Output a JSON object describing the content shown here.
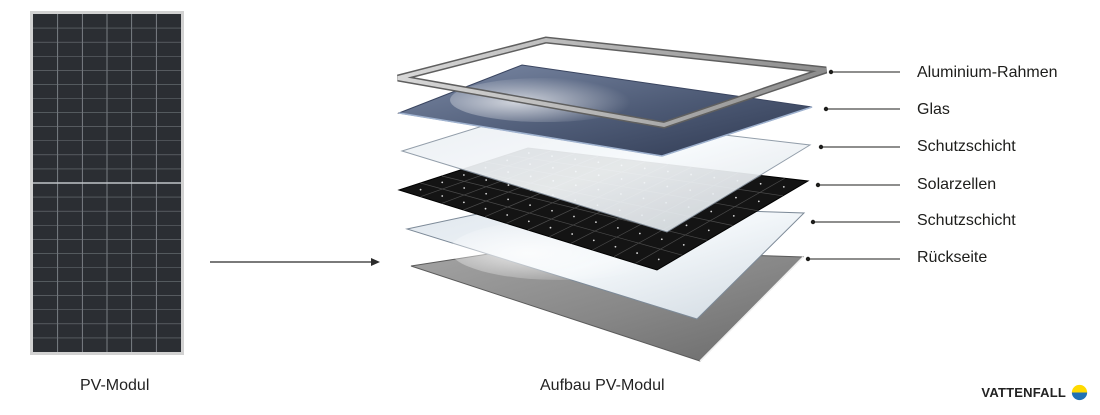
{
  "captions": {
    "module": "PV-Modul",
    "assembly": "Aufbau PV-Modul"
  },
  "layers": [
    {
      "label": "Aluminium-Rahmen"
    },
    {
      "label": "Glas"
    },
    {
      "label": "Schutzschicht"
    },
    {
      "label": "Solarzellen"
    },
    {
      "label": "Schutzschicht"
    },
    {
      "label": "Rückseite"
    }
  ],
  "logo": {
    "text": "VATTENFALL",
    "colors": {
      "yellow": "#FFDA00",
      "blue": "#2071B5"
    }
  },
  "colors": {
    "panel_cells": "#2b2e33",
    "frame": "#b9b9b9",
    "glass": "#5e6b87",
    "cells_dark": "#1a1a1a",
    "backsheet": "#8c8c8c"
  }
}
